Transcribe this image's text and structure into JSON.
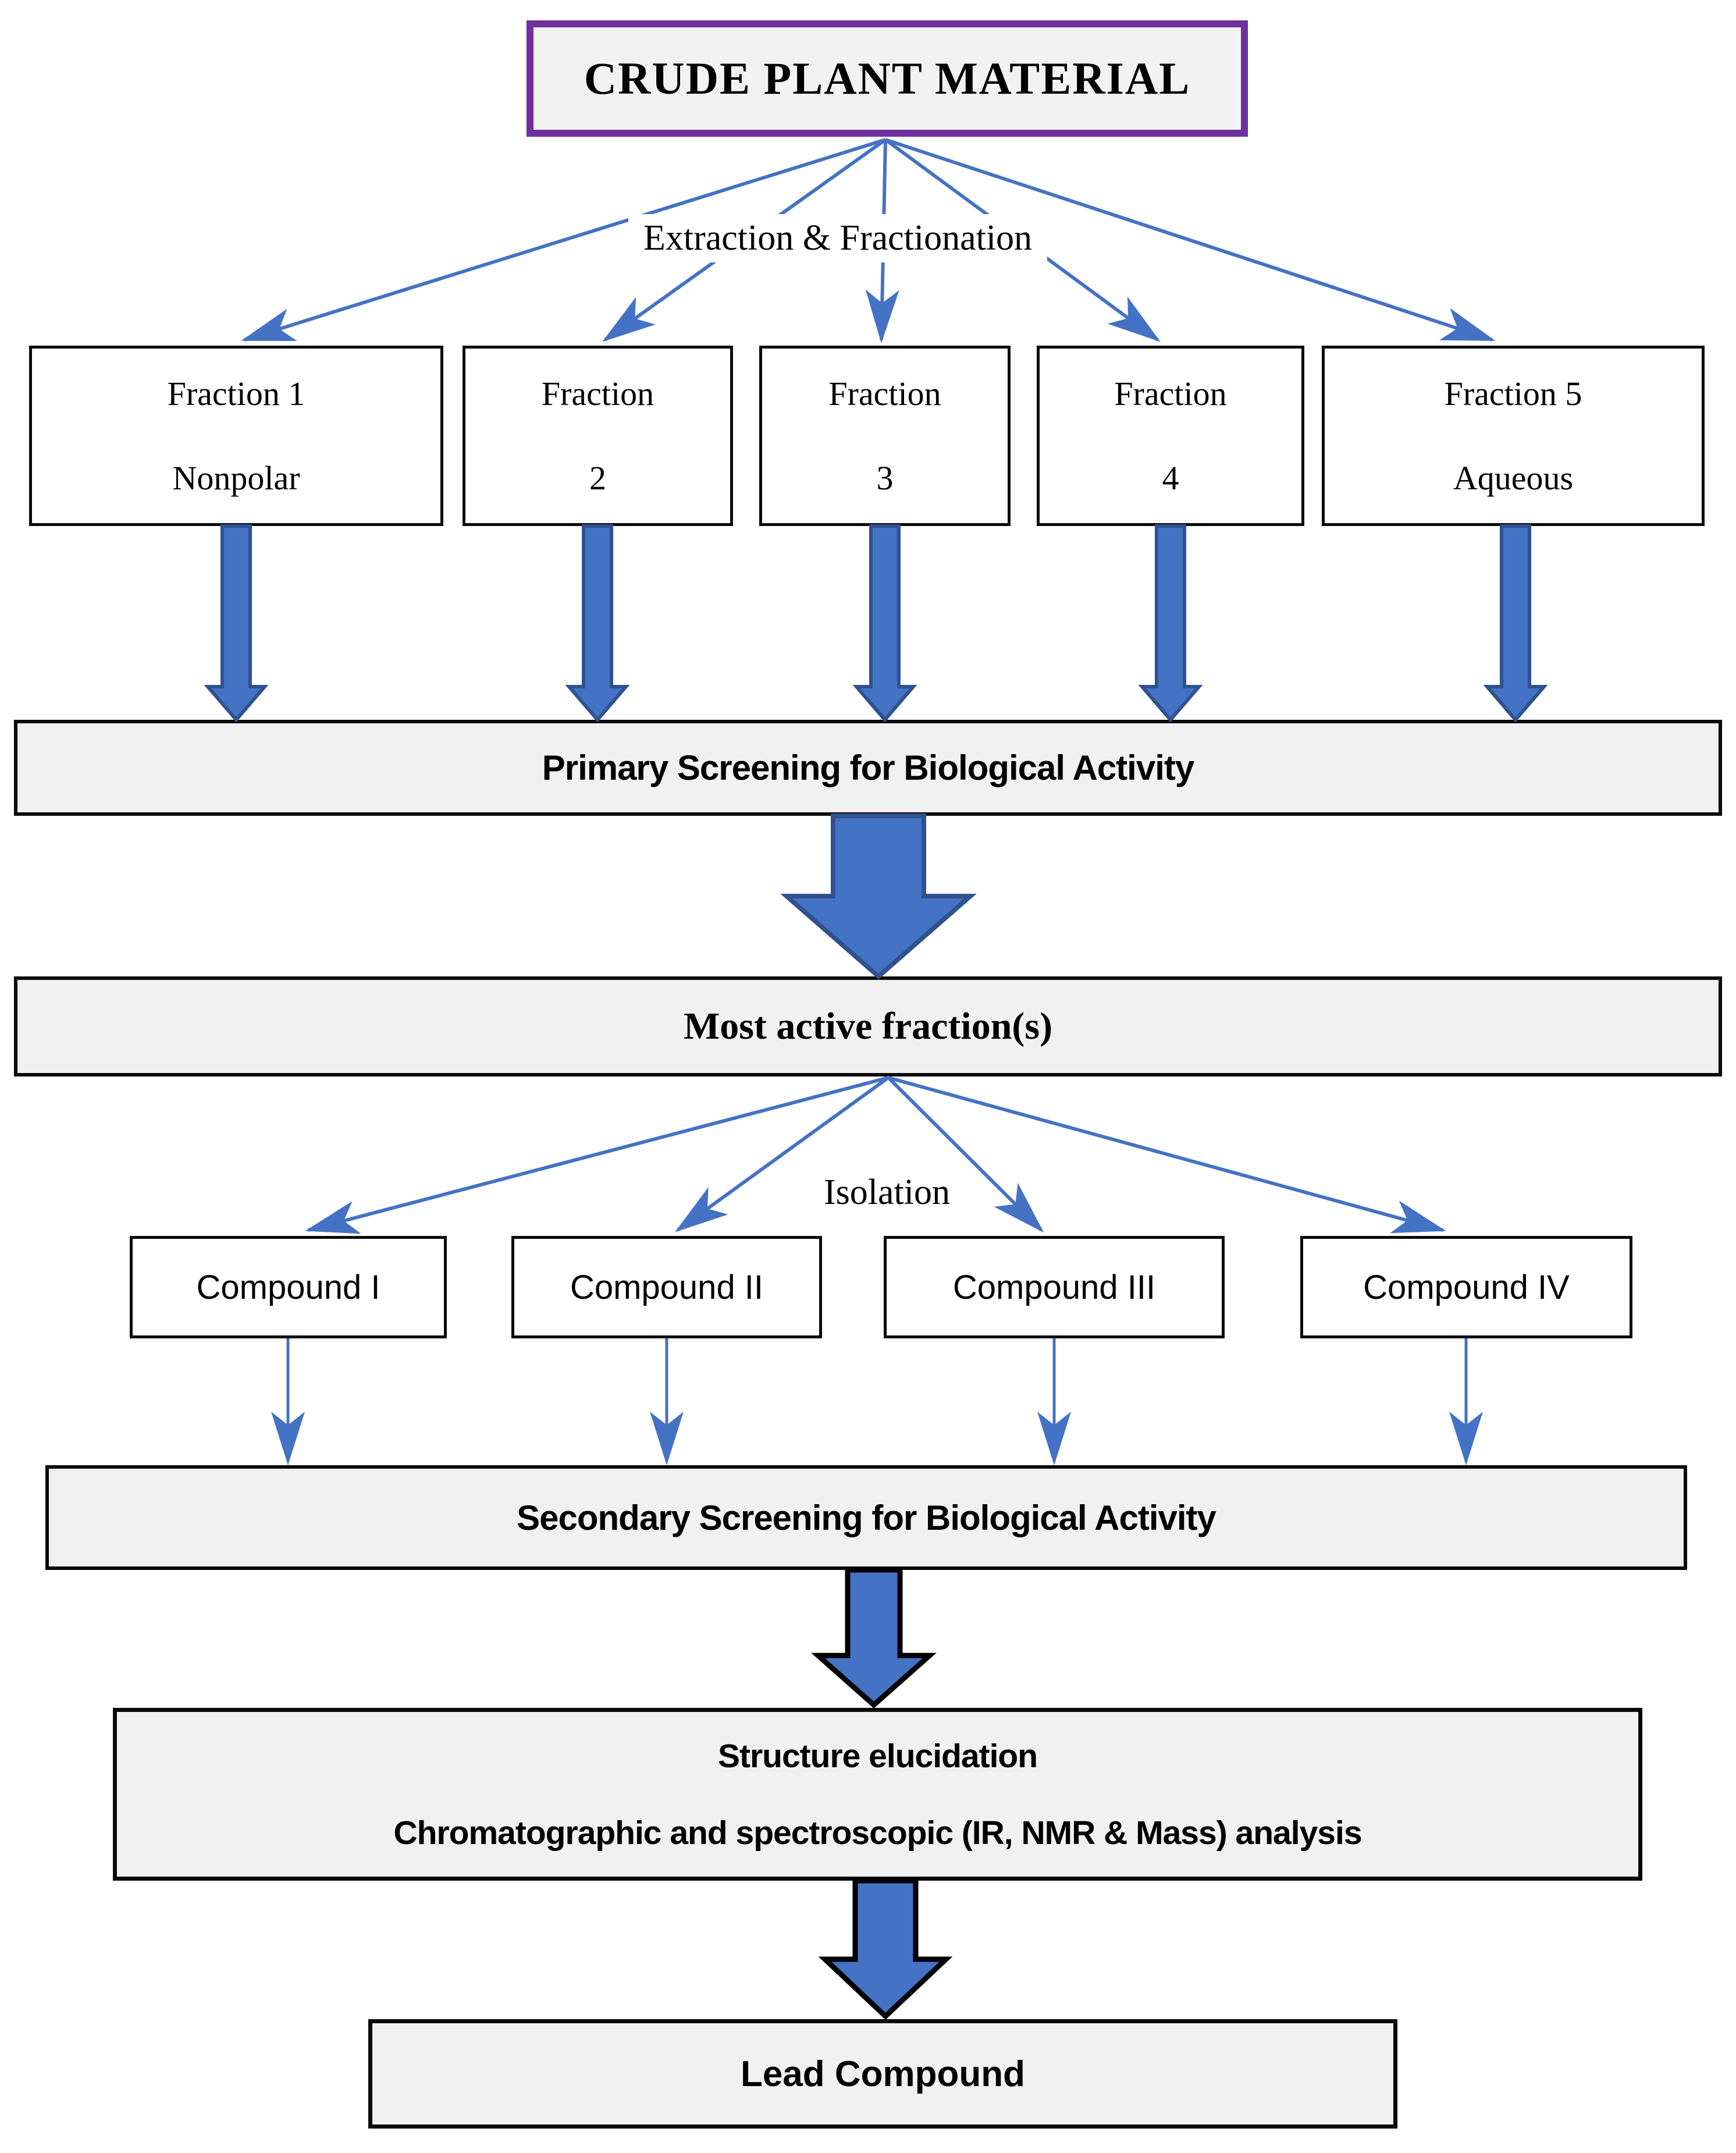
{
  "diagram": {
    "type": "flowchart",
    "topic": "Isolation of a lead compound from crude plant material"
  },
  "colors": {
    "arrow_fill": "#4472C4",
    "arrow_stroke_dark": "#2F528F",
    "arrow_stroke_black": "#000000",
    "thin_arrow": "#4472C4",
    "purple_border": "#7030A0",
    "bar_fill": "#F1F1F1",
    "box_fill": "#FFFFFF",
    "border_black": "#0A0A0A",
    "text": "#000000"
  },
  "nodes": {
    "crude": {
      "label": "CRUDE PLANT MATERIAL"
    },
    "extraction_label": "Extraction & Fractionation",
    "fractions": [
      {
        "line1": "Fraction 1",
        "line2": "Nonpolar"
      },
      {
        "line1": "Fraction",
        "line2": "2"
      },
      {
        "line1": "Fraction",
        "line2": "3"
      },
      {
        "line1": "Fraction",
        "line2": "4"
      },
      {
        "line1": "Fraction 5",
        "line2": "Aqueous"
      }
    ],
    "primary_screening": "Primary Screening for Biological Activity",
    "most_active": "Most active fraction(s)",
    "isolation_label": "Isolation",
    "compounds": [
      {
        "label": "Compound I"
      },
      {
        "label": "Compound II"
      },
      {
        "label": "Compound III"
      },
      {
        "label": "Compound IV"
      }
    ],
    "secondary_screening": "Secondary Screening for Biological Activity",
    "structure_line1": "Structure elucidation",
    "structure_line2": "Chromatographic and spectroscopic (IR, NMR & Mass) analysis",
    "lead_compound": "Lead Compound"
  }
}
